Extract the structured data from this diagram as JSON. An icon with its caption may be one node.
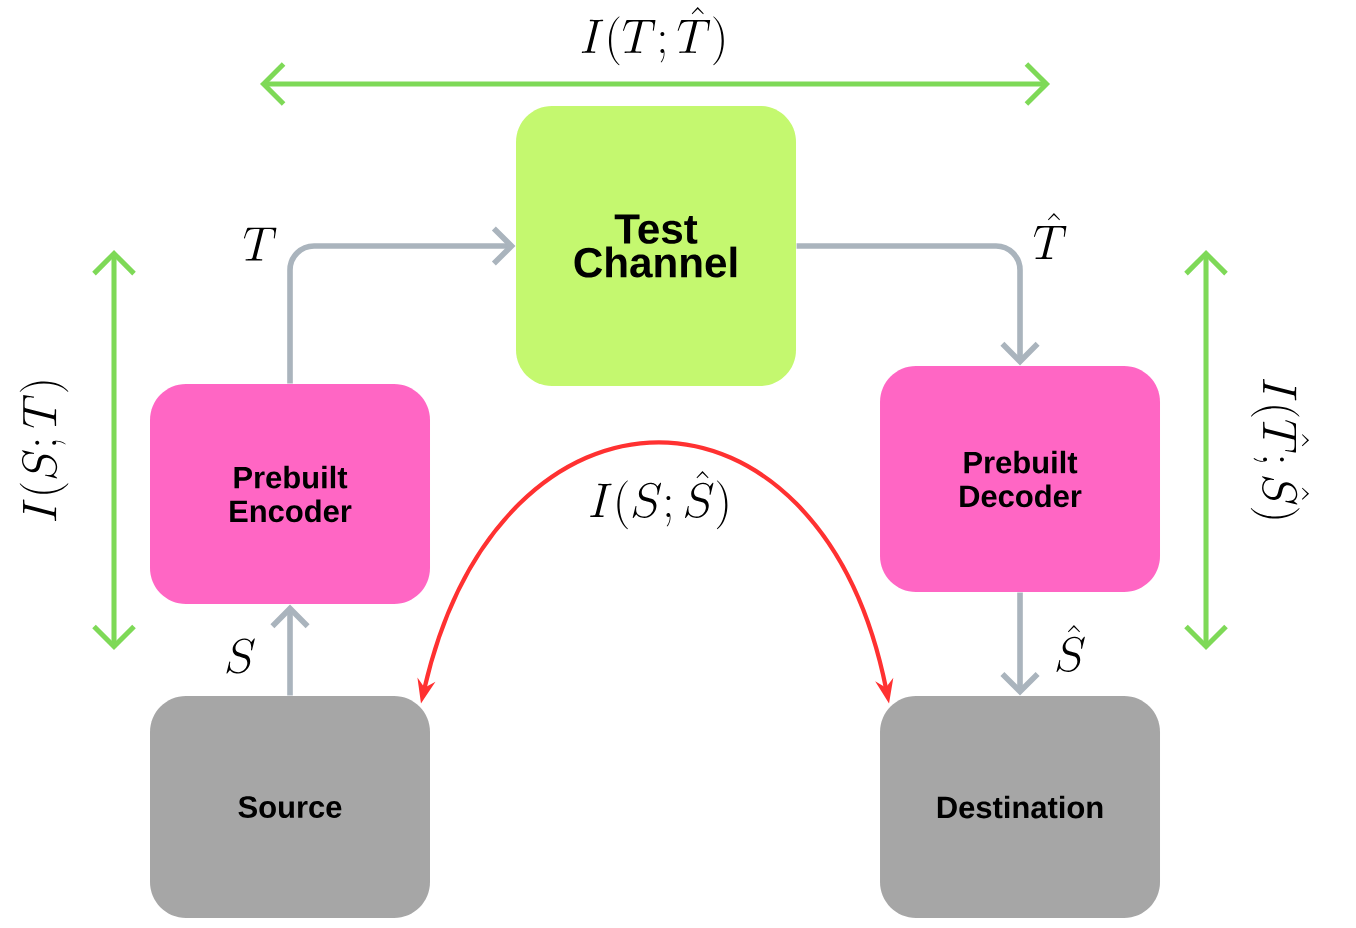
{
  "diagram": {
    "nodes": [
      {
        "text": [
          "Test Channel"
        ]
      },
      {
        "text": [
          "Prebuilt Encoder"
        ]
      },
      {
        "text": [
          "Prebuilt Decoder"
        ]
      },
      {
        "text": [
          "Source"
        ]
      },
      {
        "text": [
          "Destination"
        ]
      }
    ],
    "edges": [
      {
        "from": 3,
        "to": 1,
        "arrow": "to",
        "label": "S"
      },
      {
        "from": 1,
        "to": 0,
        "arrow": "to",
        "label": "T"
      },
      {
        "from": 0,
        "to": 2,
        "arrow": "to",
        "label": "\\hat{T}"
      },
      {
        "from": 2,
        "to": 4,
        "arrow": "to",
        "label": "\\hat{S}"
      },
      {
        "from": 3,
        "to": 4,
        "arrow": "both",
        "label": "I(S;\\hat{S})",
        "color": "#ff3131"
      }
    ],
    "labels": [
      "I(T;\\hat{T})",
      "I(S;T)",
      "I(\\hat{T};\\hat{S})"
    ]
  }
}
